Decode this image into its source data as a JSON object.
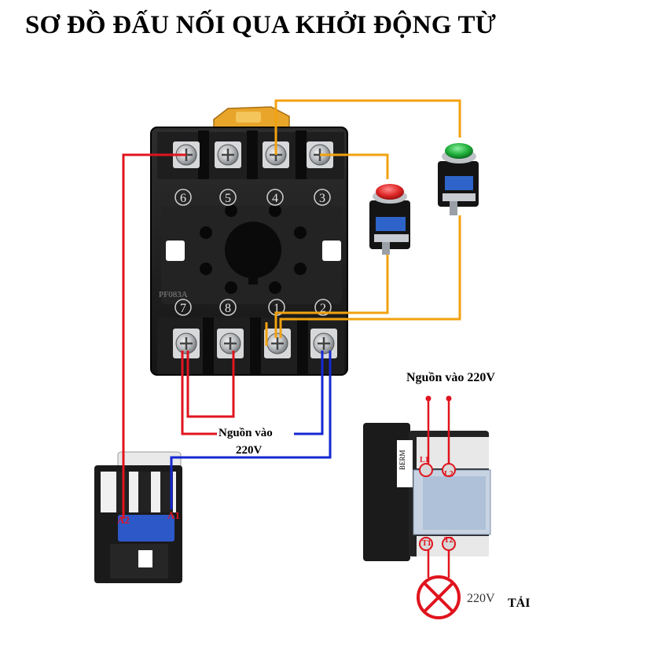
{
  "diagram": {
    "title": "SƠ ĐỒ ĐẤU NỐI QUA KHỞI ĐỘNG TỪ",
    "relay_socket": {
      "model_marking": "PF083A",
      "terminals_top": [
        "6",
        "5",
        "4",
        "3"
      ],
      "terminals_bottom": [
        "7",
        "8",
        "1",
        "2"
      ]
    },
    "labels": {
      "socket_power": "Nguồn vào",
      "socket_power_voltage": "220V",
      "contactor_power": "Nguồn vào 220V",
      "load_voltage": "220V",
      "load_label": "TẢI"
    },
    "small_contactor": {
      "coil_left": "A2",
      "coil_right": "A1"
    },
    "large_contactor": {
      "brand": "BERM",
      "top_terminals": [
        "L1",
        "L2"
      ],
      "bottom_terminals": [
        "T1",
        "T2"
      ]
    },
    "wire_colors": {
      "red": "#e0141e",
      "blue": "#1428d2",
      "orange": "#f2a20f"
    },
    "button_colors": {
      "stop": "#e02828",
      "start": "#1fae3a"
    }
  }
}
